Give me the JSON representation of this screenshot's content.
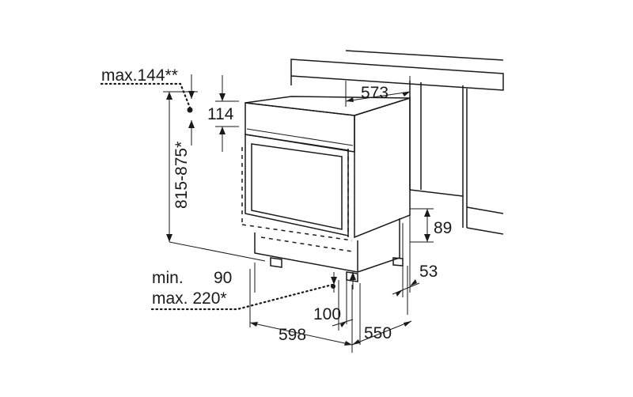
{
  "dimensions": {
    "max_144": "max.144**",
    "d_573": "573",
    "d_114": "114",
    "d_815_875": "815-875*",
    "d_89": "89",
    "d_53": "53",
    "min_label": "min.",
    "min_value": "90",
    "max_220": "max. 220*",
    "d_100": "100",
    "d_598": "598",
    "d_550": "550"
  },
  "colors": {
    "line": "#1a1a1a",
    "counter_fill": "#ffffff",
    "background": "#ffffff"
  }
}
